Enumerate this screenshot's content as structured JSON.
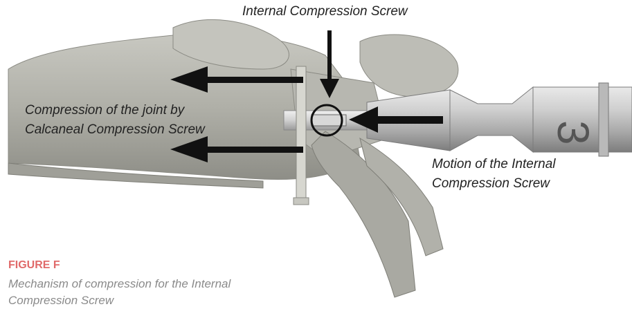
{
  "labels": {
    "top": "Internal Compression Screw",
    "left_line1": "Compression of the joint by",
    "left_line2": "Calcaneal Compression Screw",
    "right_line1": "Motion of the Internal",
    "right_line2": "Compression Screw"
  },
  "figure": {
    "label": "FIGURE F",
    "caption": "Mechanism of compression for the Internal Compression Screw"
  },
  "instrument_marking": "3",
  "colors": {
    "arrow": "#111111",
    "label_text": "#222222",
    "figure_label": "#e06a6a",
    "caption": "#8a8a8a",
    "bone": "#b3b3ac",
    "metal": "#c9c9c9"
  }
}
